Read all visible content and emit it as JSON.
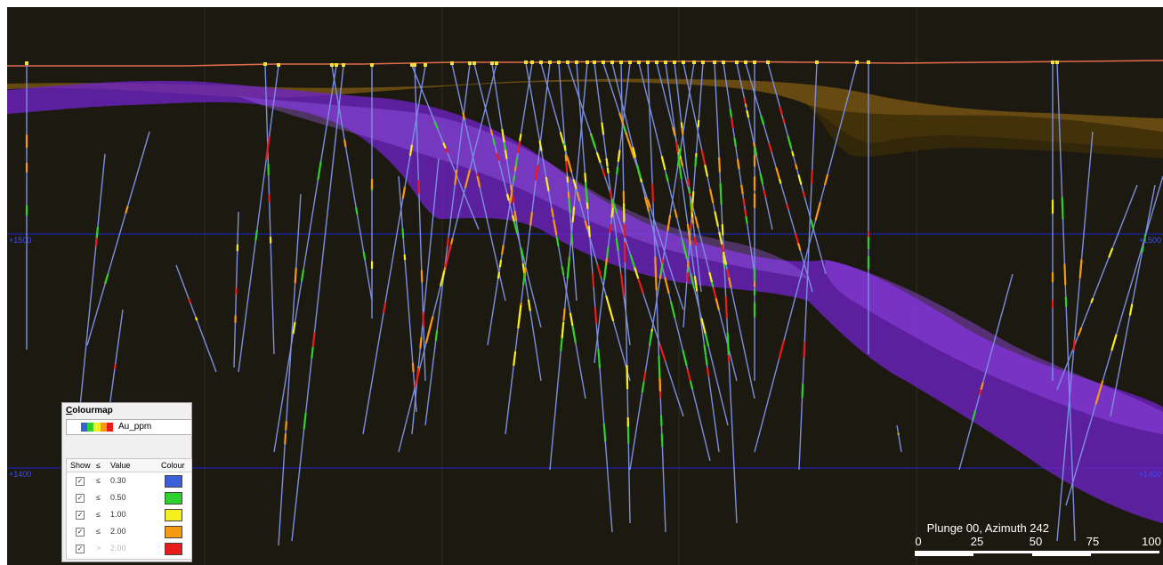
{
  "view": {
    "elevation_labels": {
      "upper_left": "+1500",
      "upper_right": "+1500",
      "lower_left": "+1400",
      "lower_right": "+1400"
    },
    "caption": "Plunge 00, Azimuth 242",
    "scale_ticks": [
      "0",
      "25",
      "50",
      "75",
      "100"
    ]
  },
  "colourmap": {
    "title_underlined": "C",
    "title_rest": "olourmap",
    "attribute": "Au_ppm",
    "ramp_colors": [
      "#3a5fd8",
      "#2fd12f",
      "#f5ee20",
      "#f59a12",
      "#e81c1c"
    ],
    "columns": {
      "show": "Show",
      "op": "≤",
      "value": "Value",
      "colour": "Colour"
    },
    "rows": [
      {
        "checked": "✓",
        "op": "≤",
        "value": "0.30",
        "color": "#3a5fd8",
        "dim": false
      },
      {
        "checked": "✓",
        "op": "≤",
        "value": "0.50",
        "color": "#2fd12f",
        "dim": false
      },
      {
        "checked": "✓",
        "op": "≤",
        "value": "1.00",
        "color": "#f5ee20",
        "dim": false
      },
      {
        "checked": "✓",
        "op": "≤",
        "value": "2.00",
        "color": "#f59a12",
        "dim": false
      },
      {
        "checked": "✓",
        "op": ">",
        "value": "2.00",
        "color": "#e81c1c",
        "dim": true
      }
    ]
  },
  "colors": {
    "background": "#1c1a10",
    "topography": "#e06a4a",
    "drillhole": "#7b8fe0",
    "collar": "#f2e23a",
    "grid_line": "#1d22a8",
    "purple_body": "#7a2bd0",
    "orange_body": "#7a5612"
  }
}
